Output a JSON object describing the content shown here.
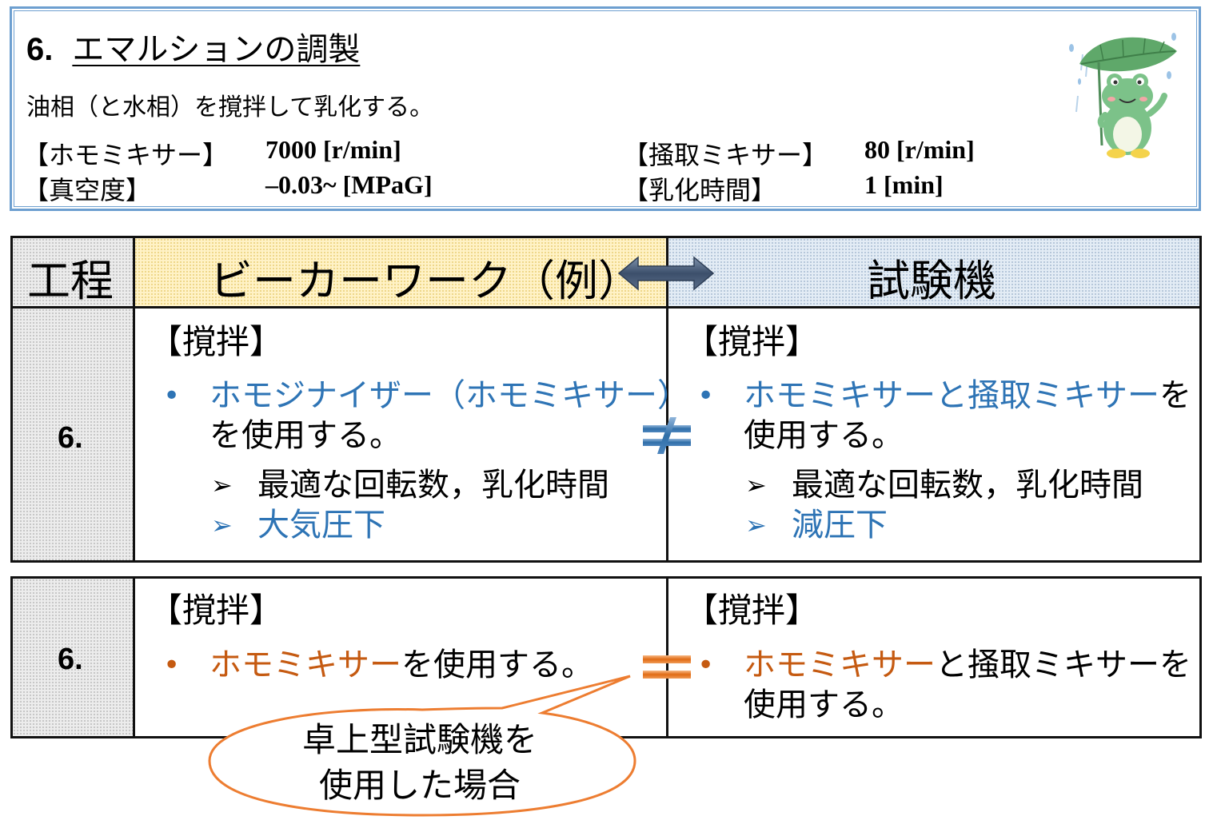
{
  "header": {
    "number": "6.",
    "title": "エマルションの調製",
    "description": "油相（と水相）を撹拌して乳化する。",
    "params": [
      {
        "label": "【ホモミキサー】",
        "value": "7000 [r/min]"
      },
      {
        "label": "【真空度】",
        "value": "–0.03~ [MPaG]"
      },
      {
        "label": "【掻取ミキサー】",
        "value": "80 [r/min]"
      },
      {
        "label": "【乳化時間】",
        "value": "1 [min]"
      }
    ]
  },
  "table": {
    "col_process": "工程",
    "col_beaker": "ビーカーワーク（例）",
    "col_test": "試験機"
  },
  "row1": {
    "process": "6.",
    "beaker": {
      "heading": "【撹拌】",
      "bullet_blue": "ホモジナイザー（ホモミキサー）",
      "bullet_rest": "を使用する。",
      "sub1": "最適な回転数，乳化時間",
      "sub2": "大気圧下"
    },
    "relation": "≠",
    "test": {
      "heading": "【撹拌】",
      "bullet_blue": "ホモミキサーと掻取ミキサー",
      "bullet_rest1": "を",
      "bullet_rest2": "使用する。",
      "sub1": "最適な回転数，乳化時間",
      "sub2": "減圧下"
    }
  },
  "row2": {
    "process": "6.",
    "beaker": {
      "heading": "【撹拌】",
      "bullet_orange": "ホモミキサー",
      "bullet_rest": "を使用する。"
    },
    "relation": "=",
    "test": {
      "heading": "【撹拌】",
      "bullet_orange": "ホモミキサー",
      "bullet_rest1": "と掻取ミキサーを",
      "bullet_rest2": "使用する。"
    }
  },
  "callout": {
    "line1": "卓上型試験機を",
    "line2": "使用した場合"
  },
  "colors": {
    "header_border": "#6d9fd0",
    "blue_text": "#2e74b5",
    "orange_text": "#c55a11",
    "beaker_header_bg": "#fff2c6",
    "test_header_bg": "#e3ecf5",
    "callout_border": "#ed7d31"
  },
  "icons": [
    "frog-with-leaf-umbrella-illustration",
    "double-arrow-icon",
    "not-equal-icon",
    "equal-icon",
    "bullet-dot",
    "arrow-bullet-icon"
  ]
}
